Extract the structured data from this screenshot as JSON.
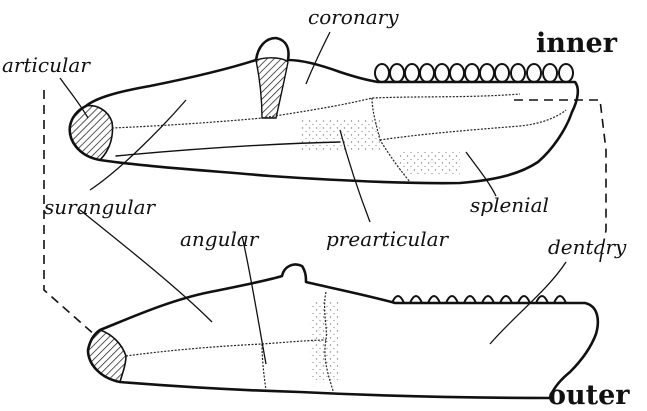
{
  "diagram": {
    "views": {
      "inner": "inner",
      "outer": "outer"
    },
    "labels": {
      "articular": "articular",
      "coronary": "coronary",
      "surangular": "surangular",
      "angular": "angular",
      "prearticular": "prearticular",
      "splenial": "splenial",
      "dentary": "dentary"
    }
  }
}
